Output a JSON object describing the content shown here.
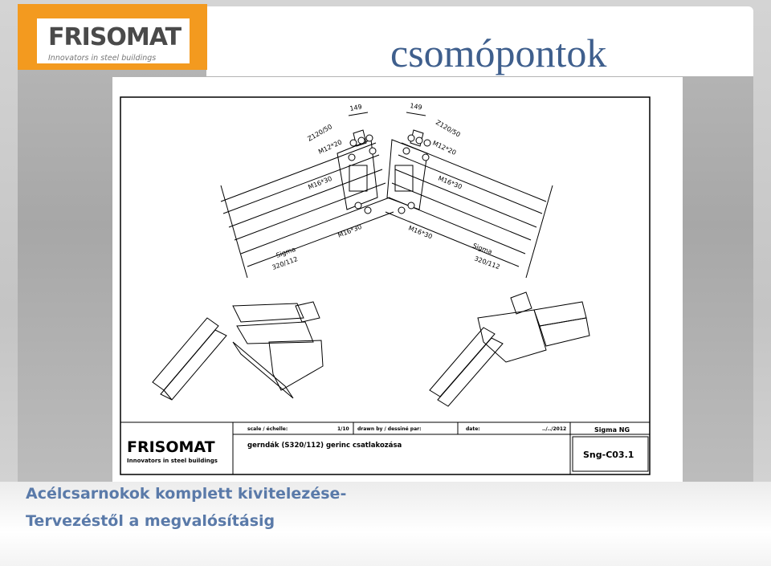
{
  "logo": {
    "wordmark": "FRISOMAT",
    "tagline": "Innovators in steel buildings"
  },
  "slide": {
    "title": "csomópontok",
    "footer_line1": "Acélcsarnokok komplett kivitelezése-",
    "footer_line2": "Tervezéstől a megvalósításig"
  },
  "drawing": {
    "labels": {
      "dim_left": "149",
      "dim_right": "149",
      "purlin_left": "Z120/50",
      "purlin_right": "Z120/50",
      "bolt_top_left": "M12*20",
      "bolt_top_right": "M12*20",
      "bolt_mid_left": "M16*30",
      "bolt_mid_right": "M16*30",
      "bolt_low_left": "M16*30",
      "bolt_low_right": "M16*30",
      "section_left_1": "Sigma",
      "section_left_2": "320/112",
      "section_right_1": "Sigma",
      "section_right_2": "320/112"
    },
    "title_block": {
      "logo_word": "FRISOMAT",
      "logo_tag": "Innovators in steel buildings",
      "scale_label": "scale / échelle:",
      "scale_value": "1/10",
      "drawn_label": "drawn by / dessiné par:",
      "date_label": "date:",
      "date_value": "../../2012",
      "system": "Sigma NG",
      "description": "gerndák (S320/112) gerinc csatlakozása",
      "drawing_number": "Sng-C03.1"
    }
  },
  "colors": {
    "title_blue": "#3f5f8d",
    "footer_blue": "#5a7aa9",
    "logo_orange": "#f39a1f"
  }
}
